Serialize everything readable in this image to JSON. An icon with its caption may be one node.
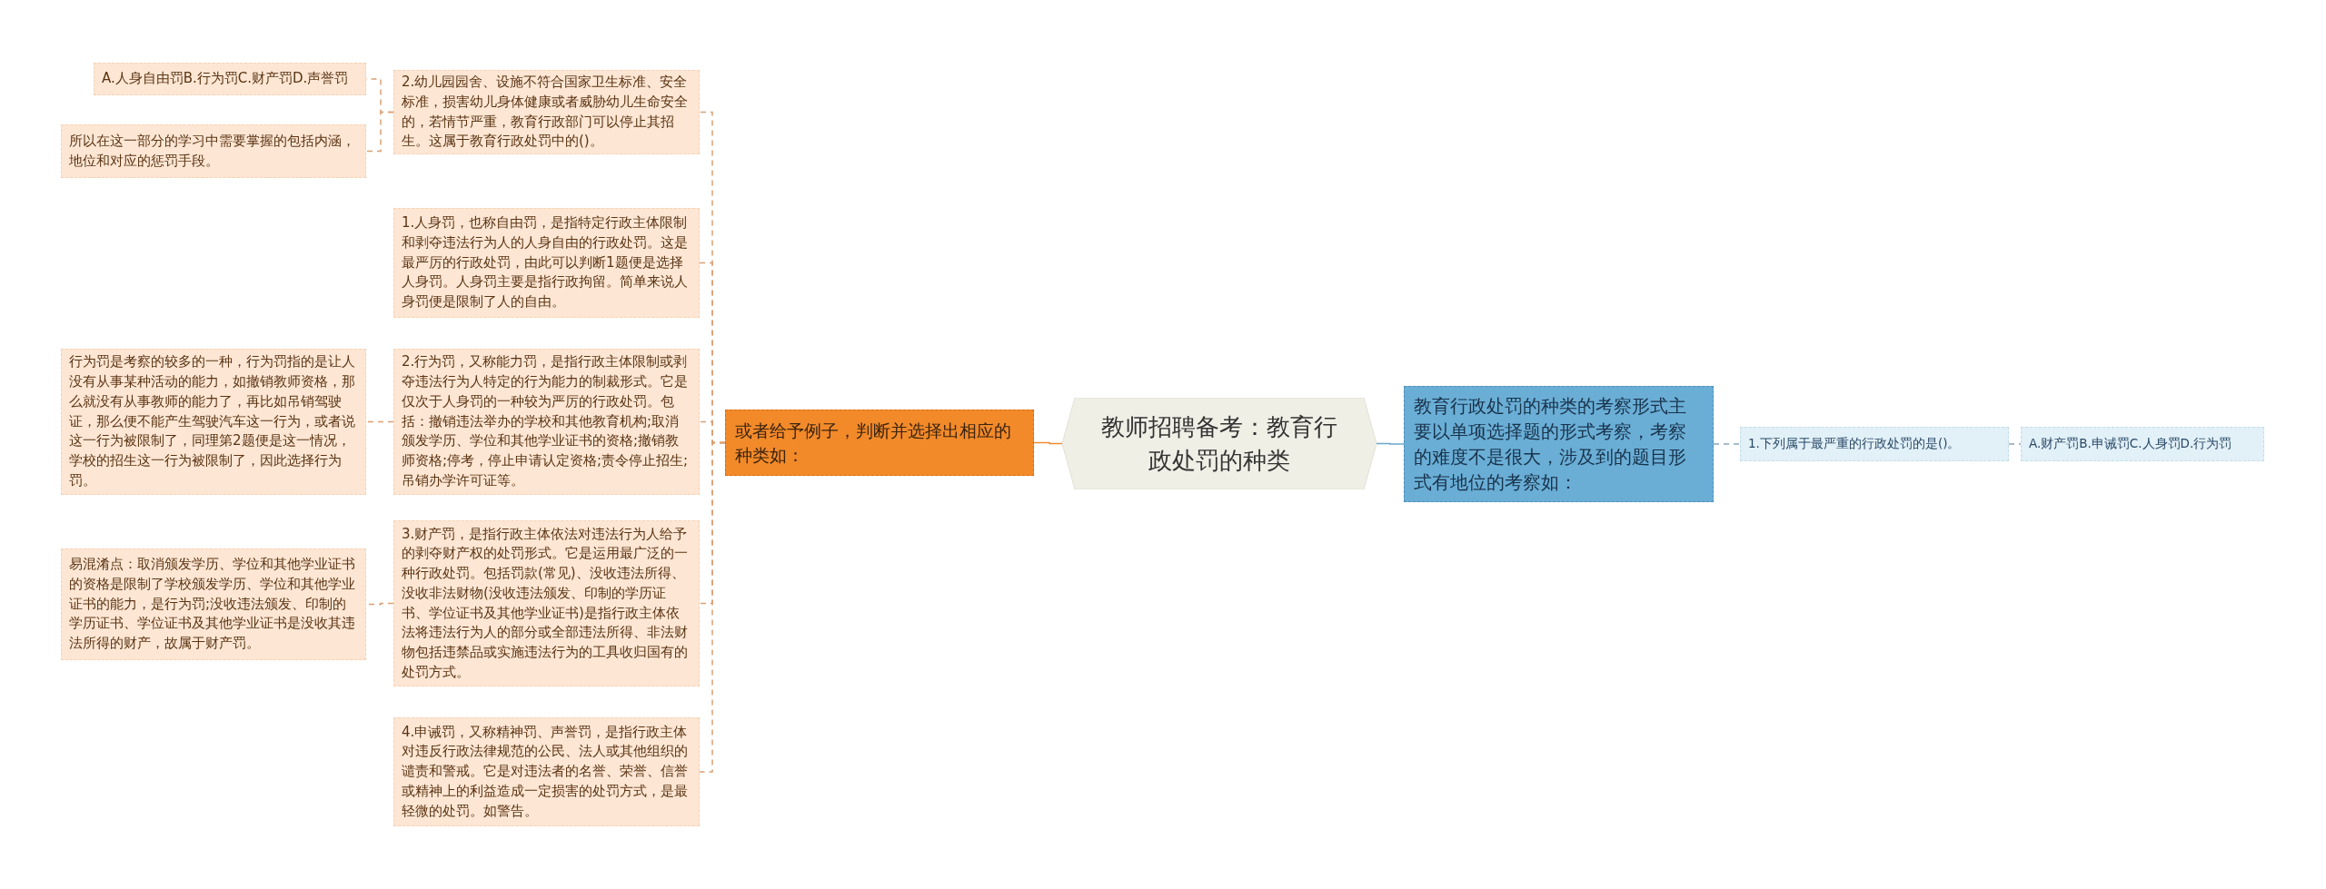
{
  "diagram": {
    "nodes": [
      {
        "text": [
          "教师招聘备考：教育行政处罚的种类"
        ]
      },
      {
        "text": [
          "或者给予例子，判断并选择出相应的种类如："
        ]
      },
      {
        "text": [
          "教育行政处罚的种类的考察形式主要以单项选择题的形式考察，考察的难度不是很大，涉及到的题目形式有地位的考察如："
        ]
      },
      {
        "text": [
          "1.下列属于最严重的行政处罚的是()。"
        ]
      },
      {
        "text": [
          "A.财产罚B.申诫罚C.人身罚D.行为罚"
        ]
      },
      {
        "text": [
          "2.幼儿园园舍、设施不符合国家卫生标准、安全标准，损害幼儿身体健康或者威胁幼儿生命安全的，若情节严重，教育行政部门可以停止其招生。这属于教育行政处罚中的()。"
        ]
      },
      {
        "text": [
          "1.人身罚，也称自由罚，是指特定行政主体限制和剥夺违法行为人的人身自由的行政处罚。这是最严厉的行政处罚，由此可以判断1题便是选择人身罚。人身罚主要是指行政拘留。简单来说人身罚便是限制了人的自由。"
        ]
      },
      {
        "text": [
          "2.行为罚，又称能力罚，是指行政主体限制或剥夺违法行为人特定的行为能力的制裁形式。它是仅次于人身罚的一种较为严厉的行政处罚。包括：撤销违法举办的学校和其他教育机构;取消颁发学历、学位和其他学业证书的资格;撤销教师资格;停考，停止申请认定资格;责令停止招生;吊销办学许可证等。"
        ]
      },
      {
        "text": [
          "3.财产罚，是指行政主体依法对违法行为人给予的剥夺财产权的处罚形式。它是运用最广泛的一种行政处罚。包括罚款(常见)、没收违法所得、没收非法财物(没收违法颁发、印制的学历证书、学位证书及其他学业证书)是指行政主体依法将违法行为人的部分或全部违法所得、非法财物包括违禁品或实施违法行为的工具收归国有的处罚方式。"
        ]
      },
      {
        "text": [
          "4.申诫罚，又称精神罚、声誉罚，是指行政主体对违反行政法律规范的公民、法人或其他组织的谴责和警戒。它是对违法者的名誉、荣誉、信誉或精神上的利益造成一定损害的处罚方式，是最轻微的处罚。如警告。"
        ]
      },
      {
        "text": [
          "A.人身自由罚B.行为罚C.财产罚D.声誉罚"
        ]
      },
      {
        "text": [
          "所以在这一部分的学习中需要掌握的包括内涵，地位和对应的惩罚手段。"
        ]
      },
      {
        "text": [
          "行为罚是考察的较多的一种，行为罚指的是让人没有从事某种活动的能力，如撤销教师资格，那么就没有从事教师的能力了，再比如吊销驾驶证，那么便不能产生驾驶汽车这一行为，或者说这一行为被限制了，同理第2题便是这一情况，学校的招生这一行为被限制了，因此选择行为罚。"
        ]
      },
      {
        "text": [
          "易混淆点：取消颁发学历、学位和其他学业证书的资格是限制了学校颁发学历、学位和其他学业证书的能力，是行为罚;没收违法颁发、印制的学历证书、学位证书及其他学业证书是没收其违法所得的财产，故属于财产罚。"
        ]
      }
    ],
    "edges": [
      {
        "from": 0,
        "to": 1,
        "arrow": "none",
        "color": "#f08c30"
      },
      {
        "from": 0,
        "to": 2,
        "arrow": "none",
        "color": "#6aa8cc"
      },
      {
        "from": 2,
        "to": 3,
        "arrow": "none",
        "style": "dashed",
        "color": "#8aa4b8"
      },
      {
        "from": 3,
        "to": 4,
        "arrow": "none",
        "style": "dashed",
        "color": "#8aa4b8"
      },
      {
        "from": 1,
        "to": 5,
        "arrow": "none",
        "style": "dashed"
      },
      {
        "from": 1,
        "to": 6,
        "arrow": "none",
        "style": "dashed"
      },
      {
        "from": 1,
        "to": 7,
        "arrow": "none",
        "style": "dashed"
      },
      {
        "from": 1,
        "to": 8,
        "arrow": "none",
        "style": "dashed"
      },
      {
        "from": 1,
        "to": 9,
        "arrow": "none",
        "style": "dashed"
      },
      {
        "from": 5,
        "to": 10,
        "arrow": "none",
        "style": "dashed"
      },
      {
        "from": 5,
        "to": 11,
        "arrow": "none",
        "style": "dashed"
      },
      {
        "from": 7,
        "to": 12,
        "arrow": "none",
        "style": "dashed"
      },
      {
        "from": 8,
        "to": 13,
        "arrow": "none",
        "style": "dashed"
      }
    ]
  }
}
